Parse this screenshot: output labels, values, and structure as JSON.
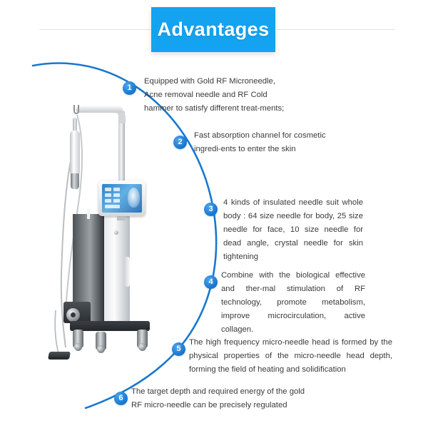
{
  "header": {
    "title": "Advantages",
    "title_bg": "#14a3f0",
    "title_color": "#ffffff"
  },
  "theme": {
    "arc_color": "#1878d0",
    "badge_color": "#1879d2",
    "text_color": "#3b3b3b",
    "rule_color": "#e2e2e2",
    "background": "#ffffff"
  },
  "product_image": {
    "alt": "gold rf microneedle beauty machine on trolley with articulated arm, handpiece, tablet touchscreen, casters and foot pedal",
    "screen_label": "touchscreen-interface"
  },
  "features": [
    {
      "number": "1",
      "text": "Equipped with Gold RF Microneedle,   Acne removal needle and RF Cold hammer to satisfy different treat-ments;"
    },
    {
      "number": "2",
      "text": "Fast absorption channel for cosmetic ingredi-ents to enter the skin"
    },
    {
      "number": "3",
      "text": "4 kinds of insulated needle suit whole body : 64 size needle for body, 25 size needle for face, 10 size needle for dead angle, crystal needle for skin tightening"
    },
    {
      "number": "4",
      "text": "Combine with the biological effective and ther-mal stimulation of RF technology, promote metabolism, improve microcirculation, active collagen."
    },
    {
      "number": "5",
      "text": "The high frequency micro-needle head is formed by the physical properties of the micro-needle head depth, forming the field of heating and solidification"
    },
    {
      "number": "6",
      "text": "The target depth and required energy of the gold RF micro-needle can be precisely regulated"
    }
  ]
}
